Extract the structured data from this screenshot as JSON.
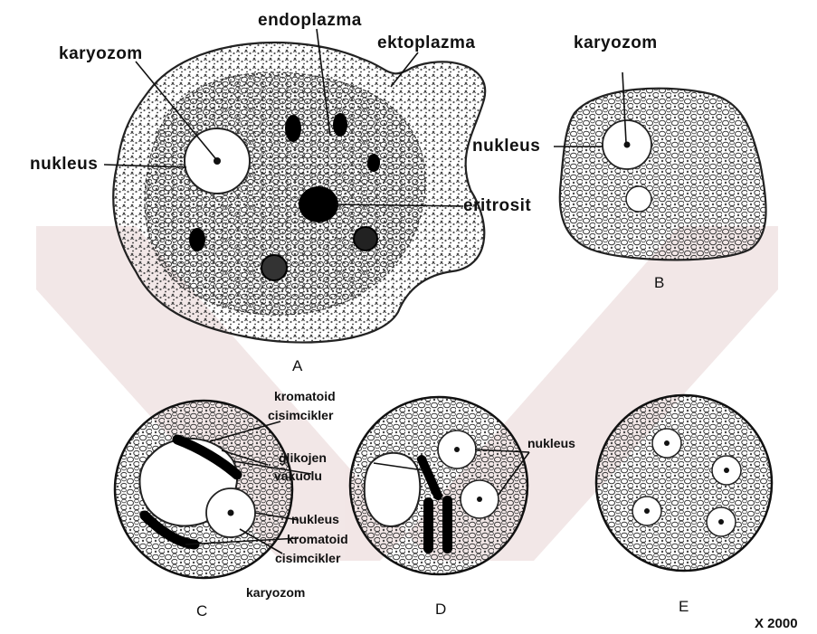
{
  "colors": {
    "ink": "#111111",
    "watermark": "#e8d3d3",
    "stipple": "#4a4a4a"
  },
  "figure_A": {
    "panel_label": "A",
    "labels": {
      "endoplasma": "endoplazma",
      "ektoplasma": "ektoplazma",
      "karyozom": "karyozom",
      "nukleus": "nukleus",
      "eritrosit": "eritrosit"
    }
  },
  "figure_B": {
    "panel_label": "B",
    "labels": {
      "karyozom": "karyozom",
      "nukleus": "nukleus"
    }
  },
  "figure_C": {
    "panel_label": "C",
    "labels": {
      "kromatoid1_line1": "kromatoid",
      "kromatoid1_line2": "cisimcikler",
      "glikojen_line1": "glikojen",
      "glikojen_line2": "vakuolu",
      "nukleus": "nukleus",
      "kromatoid2_line1": "kromatoid",
      "kromatoid2_line2": "cisimcikler",
      "karyozom": "karyozom"
    }
  },
  "figure_D": {
    "panel_label": "D",
    "labels": {
      "nukleus": "nukleus"
    }
  },
  "figure_E": {
    "panel_label": "E"
  },
  "scale": "X 2000",
  "watermark_icon": "chevron-x-watermark-icon"
}
